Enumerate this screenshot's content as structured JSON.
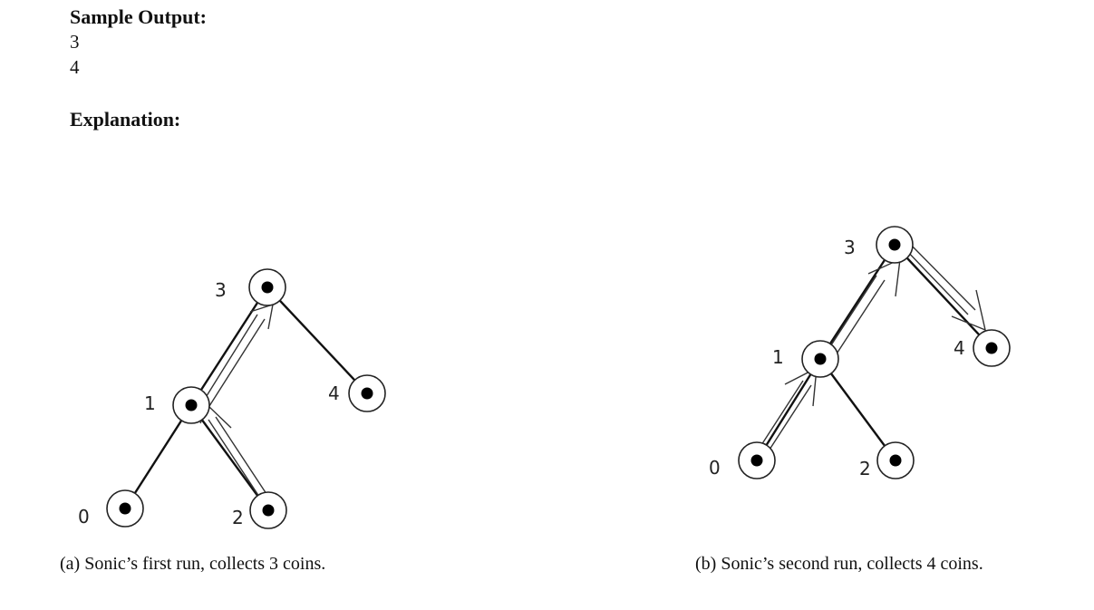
{
  "sample_output": {
    "heading": "Sample Output:",
    "lines": [
      "3",
      "4"
    ]
  },
  "explanation": {
    "heading": "Explanation:"
  },
  "figures": {
    "a": {
      "caption": "(a) Sonic’s first run, collects 3 coins.",
      "nodes": [
        {
          "id": "0",
          "label": "0"
        },
        {
          "id": "1",
          "label": "1"
        },
        {
          "id": "2",
          "label": "2"
        },
        {
          "id": "3",
          "label": "3"
        },
        {
          "id": "4",
          "label": "4"
        }
      ]
    },
    "b": {
      "caption": "(b) Sonic’s second run, collects 4 coins.",
      "nodes": [
        {
          "id": "0",
          "label": "0"
        },
        {
          "id": "1",
          "label": "1"
        },
        {
          "id": "2",
          "label": "2"
        },
        {
          "id": "3",
          "label": "3"
        },
        {
          "id": "4",
          "label": "4"
        }
      ]
    }
  }
}
